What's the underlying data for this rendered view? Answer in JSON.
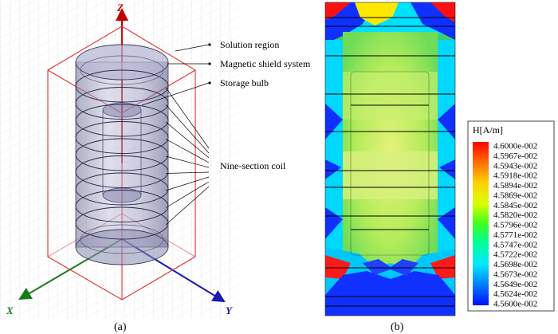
{
  "panel_a": {
    "caption": "(a)",
    "axes": {
      "z": "Z",
      "x": "X",
      "y": "Y"
    },
    "callouts": {
      "solution_region": "Solution region",
      "magnetic_shield": "Magnetic shield system",
      "storage_bulb": "Storage bulb",
      "coil": "Nine-section coil"
    },
    "coil_sections": 9
  },
  "panel_b": {
    "caption": "(b)",
    "legend": {
      "title": "H[A/m]",
      "values": [
        "4.6000e-002",
        "4.5967e-002",
        "4.5943e-002",
        "4.5918e-002",
        "4.5894e-002",
        "4.5869e-002",
        "4.5845e-002",
        "4.5820e-002",
        "4.5796e-002",
        "4.5771e-002",
        "4.5747e-002",
        "4.5722e-002",
        "4.5698e-002",
        "4.5673e-002",
        "4.5649e-002",
        "4.5624e-002",
        "4.5600e-002"
      ]
    }
  },
  "colors": {
    "solution_region": "#e03030",
    "z_axis": "#c00000",
    "x_axis": "#1a7a1a",
    "y_axis": "#1a1ab0",
    "cylinder": "#8c8cb4"
  }
}
